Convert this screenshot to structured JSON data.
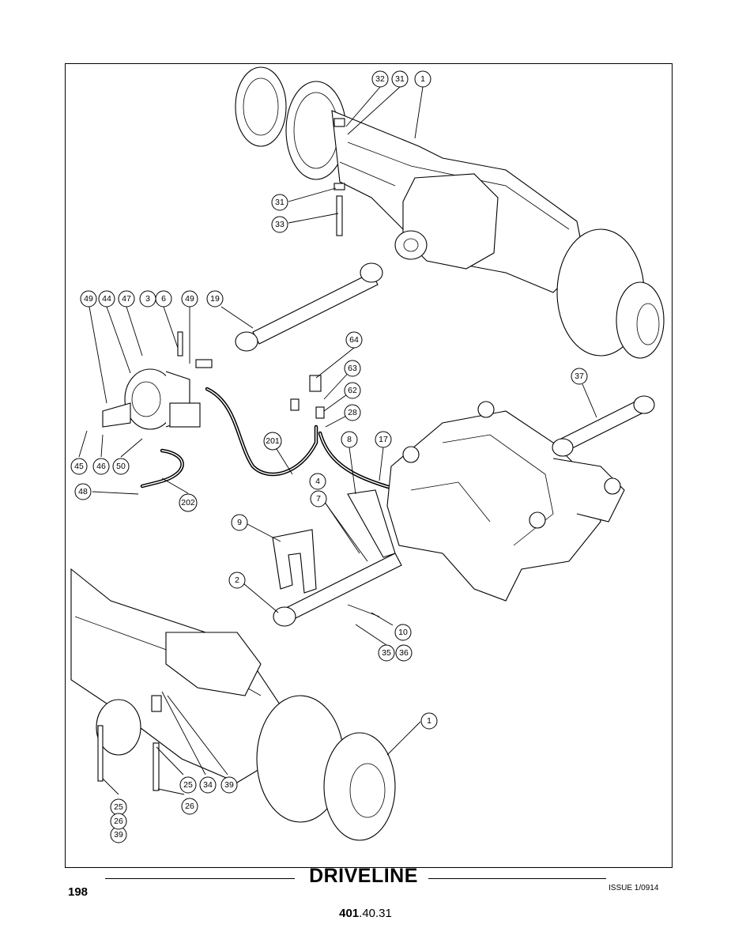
{
  "diagram": {
    "callouts": [
      "32",
      "31",
      "1",
      "31",
      "33",
      "49",
      "44",
      "47",
      "3",
      "6",
      "49",
      "19",
      "64",
      "63",
      "62",
      "28",
      "37",
      "201",
      "8",
      "17",
      "45",
      "46",
      "50",
      "48",
      "202",
      "4",
      "7",
      "9",
      "2",
      "10",
      "35",
      "36",
      "25",
      "34",
      "39",
      "1",
      "25",
      "26",
      "39"
    ],
    "icons": [
      "front-axle-drawing",
      "rear-axle-drawing",
      "transmission-drawing",
      "drive-shaft-drawing",
      "brake-hub-drawing",
      "hydraulic-hose-drawing"
    ]
  },
  "footer": {
    "section_title": "DRIVELINE",
    "page_number": "198",
    "issue": "ISSUE 1/0914",
    "doc_number_bold": "401",
    "doc_number_rest": ".40.31"
  }
}
